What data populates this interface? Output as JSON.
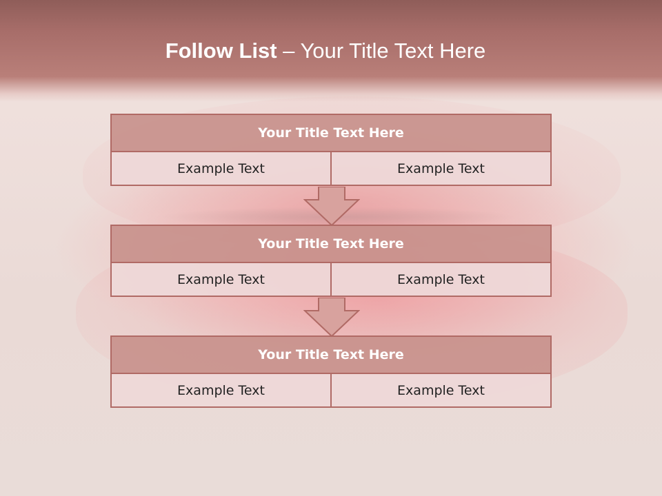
{
  "title": {
    "bold": "Follow List",
    "dash": " – ",
    "rest": "Your Title Text Here"
  },
  "blocks": [
    {
      "title": "Your Title Text Here",
      "left": "Example Text",
      "right": "Example Text"
    },
    {
      "title": "Your Title Text Here",
      "left": "Example Text",
      "right": "Example Text"
    },
    {
      "title": "Your Title Text Here",
      "left": "Example Text",
      "right": "Example Text"
    }
  ],
  "colors": {
    "header": "#a76d69",
    "block_border": "#b06a65",
    "block_head": "#c8918c",
    "cell_bg": "#eed8d8",
    "arrow": "#d8a29e"
  }
}
